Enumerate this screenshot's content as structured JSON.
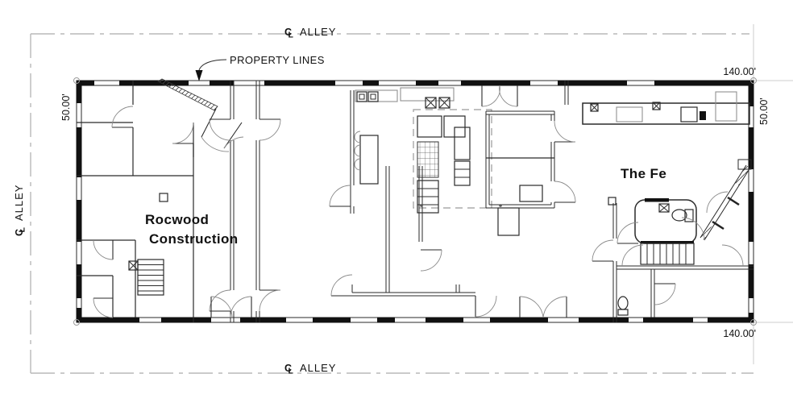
{
  "labels": {
    "property_lines": "PROPERTY LINES",
    "alley": "ALLEY",
    "centerline_c": "C",
    "centerline_l": "L"
  },
  "dimensions": {
    "width_top": "140.00'",
    "width_bottom": "140.00'",
    "depth_left": "50.00'",
    "depth_right": "50.00'"
  },
  "tenants": {
    "left_name_line1": "Rocwood",
    "left_name_line2": "Construction",
    "right_name": "The Fe"
  },
  "colors": {
    "wall": "#111111",
    "line": "#2a2a2a",
    "door_arc": "#8a8a8a",
    "property_line": "#b8b8b8",
    "reference_line": "#cccccc",
    "equipment": "#8f8f8f",
    "text": "#111111"
  }
}
